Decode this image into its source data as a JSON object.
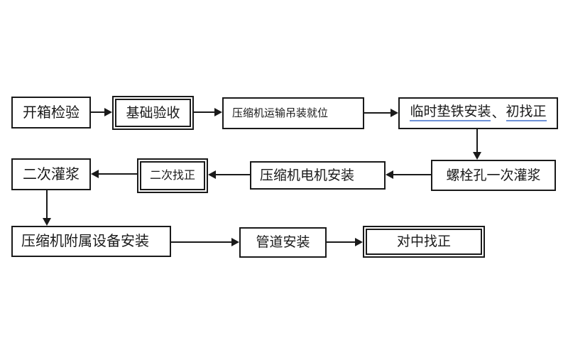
{
  "flowchart": {
    "description": "Compressor installation process flowchart",
    "colors": {
      "background": "#ffffff",
      "line": "#1a1a1a",
      "underline_accent": "#6e92d8"
    },
    "nodes": {
      "unboxing": {
        "label": "开箱检验",
        "border": "single"
      },
      "foundation_acceptance": {
        "label": "基础验收",
        "border": "double"
      },
      "transport_positioning": {
        "label": "压缩机运输吊装就位",
        "border": "single"
      },
      "temp_pads_alignment": {
        "part1": "临时垫铁安装",
        "separator": "、",
        "part2": "初找正",
        "border": "single",
        "underlined_parts": [
          "临时垫铁安装",
          "初找正"
        ]
      },
      "bolt_hole_grouting": {
        "label": "螺栓孔一次灌浆",
        "border": "single"
      },
      "motor_installation": {
        "label": "压缩机电机安装",
        "border": "single"
      },
      "secondary_alignment": {
        "label": "二次找正",
        "border": "double"
      },
      "secondary_grouting": {
        "label": "二次灌浆",
        "border": "single"
      },
      "auxiliary_equipment": {
        "label": "压缩机附属设备安装",
        "border": "single"
      },
      "piping_installation": {
        "label": "管道安装",
        "border": "single"
      },
      "center_alignment": {
        "label": "对中找正",
        "border": "double"
      }
    },
    "edges": [
      {
        "from": "unboxing",
        "to": "foundation_acceptance",
        "direction": "right"
      },
      {
        "from": "foundation_acceptance",
        "to": "transport_positioning",
        "direction": "right"
      },
      {
        "from": "transport_positioning",
        "to": "temp_pads_alignment",
        "direction": "right"
      },
      {
        "from": "temp_pads_alignment",
        "to": "bolt_hole_grouting",
        "direction": "down"
      },
      {
        "from": "bolt_hole_grouting",
        "to": "motor_installation",
        "direction": "left"
      },
      {
        "from": "motor_installation",
        "to": "secondary_alignment",
        "direction": "left"
      },
      {
        "from": "secondary_alignment",
        "to": "secondary_grouting",
        "direction": "left"
      },
      {
        "from": "secondary_grouting",
        "to": "auxiliary_equipment",
        "direction": "down"
      },
      {
        "from": "auxiliary_equipment",
        "to": "piping_installation",
        "direction": "right"
      },
      {
        "from": "piping_installation",
        "to": "center_alignment",
        "direction": "right"
      }
    ]
  }
}
